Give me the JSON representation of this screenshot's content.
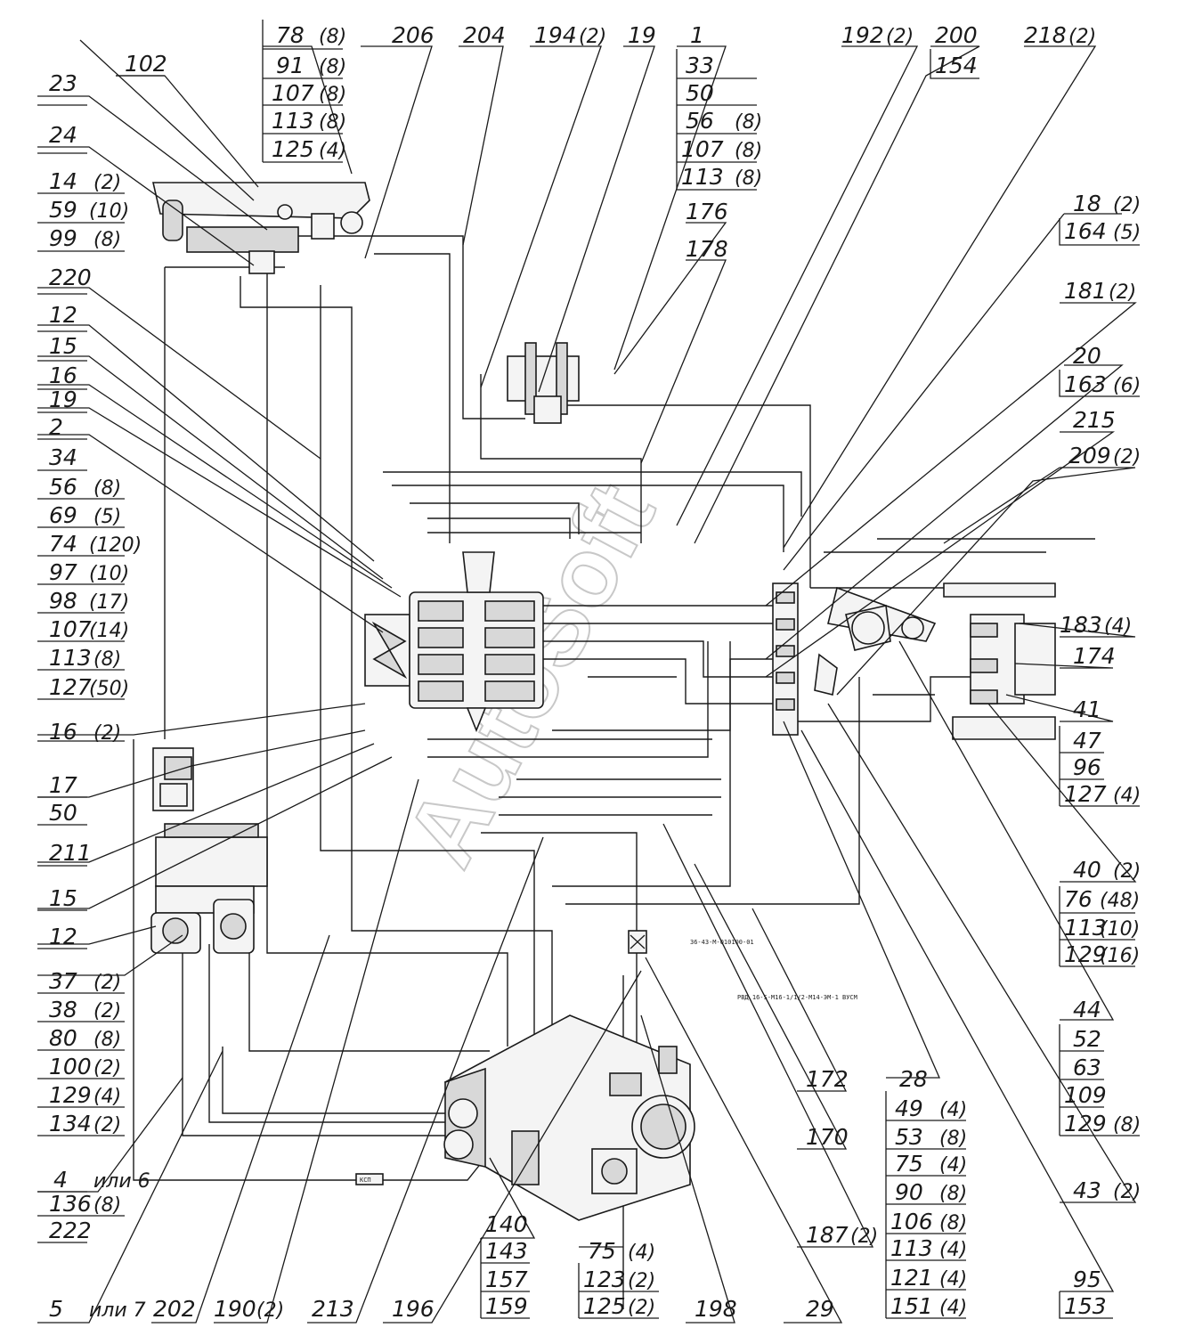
{
  "drawing": {
    "watermark": "AutoSoft",
    "sheet_mark": "КСП",
    "note_1": "36-43-М-010100-01",
    "note_2": "РВД 16-S-М16-1/1/2-М14-ЭМ-1 ВУСМ"
  },
  "labels": {
    "l102": "102",
    "l23": "23",
    "l24": "24",
    "l14": "14",
    "q14": "(2)",
    "l59": "59",
    "q59": "(10)",
    "l99": "99",
    "q99": "(8)",
    "l220": "220",
    "l12a": "12",
    "l15a": "15",
    "l16a": "16",
    "l19a": "19",
    "l2": "2",
    "l34": "34",
    "l56a": "56",
    "q56a": "(8)",
    "l69": "69",
    "q69": "(5)",
    "l74": "74",
    "q74": "(120)",
    "l97": "97",
    "q97": "(10)",
    "l98": "98",
    "q98": "(17)",
    "l107a": "107",
    "q107a": "(14)",
    "l113a": "113",
    "q113a": "(8)",
    "l127a": "127",
    "q127a": "(50)",
    "l16b": "16",
    "q16b": "(2)",
    "l17": "17",
    "l50a": "50",
    "l211": "211",
    "l15b": "15",
    "l12b": "12",
    "l37": "37",
    "q37": "(2)",
    "l38": "38",
    "q38": "(2)",
    "l80": "80",
    "q80": "(8)",
    "l100": "100",
    "q100": "(2)",
    "l129a": "129",
    "q129a": "(4)",
    "l134": "134",
    "q134": "(2)",
    "l4": "4",
    "q4": "или 6",
    "l136": "136",
    "q136": "(8)",
    "l222": "222",
    "l5": "5",
    "q5": "или 7",
    "l202": "202",
    "l190": "190",
    "q190": "(2)",
    "l213": "213",
    "l196": "196",
    "l140": "140",
    "l143": "143",
    "l157": "157",
    "l159": "159",
    "l75a": "75",
    "q75a": "(4)",
    "l123": "123",
    "q123": "(2)",
    "l125a": "125",
    "q125a": "(2)",
    "l198": "198",
    "l29": "29",
    "l187": "187",
    "q187": "(2)",
    "l170": "170",
    "l172": "172",
    "l28": "28",
    "l49": "49",
    "q49": "(4)",
    "l53": "53",
    "q53": "(8)",
    "l75b": "75",
    "q75b": "(4)",
    "l90": "90",
    "q90": "(8)",
    "l106": "106",
    "q106": "(8)",
    "l113c": "113",
    "q113c": "(4)",
    "l121": "121",
    "q121": "(4)",
    "l151": "151",
    "q151": "(4)",
    "l95": "95",
    "l153": "153",
    "l43": "43",
    "q43": "(2)",
    "l44": "44",
    "l52": "52",
    "l63": "63",
    "l109": "109",
    "l129c": "129",
    "q129c": "(8)",
    "l40": "40",
    "q40": "(2)",
    "l76": "76",
    "q76": "(48)",
    "l113d": "113",
    "q113d": "(10)",
    "l129b": "129",
    "q129b": "(16)",
    "l41": "41",
    "l47": "47",
    "l96": "96",
    "l127b": "127",
    "q127b": "(4)",
    "l174": "174",
    "l183": "183",
    "q183": "(4)",
    "l209": "209",
    "q209": "(2)",
    "l215": "215",
    "l20": "20",
    "l163": "163",
    "q163": "(6)",
    "l181": "181",
    "q181": "(2)",
    "l18": "18",
    "q18": "(2)",
    "l164": "164",
    "q164": "(5)",
    "l218": "218",
    "q218": "(2)",
    "l200": "200",
    "l154": "154",
    "l192": "192",
    "q192": "(2)",
    "l178": "178",
    "l176": "176",
    "l1": "1",
    "l33": "33",
    "l50b": "50",
    "l56b": "56",
    "q56b": "(8)",
    "l107c": "107",
    "q107c": "(8)",
    "l113e": "113",
    "q113e": "(8)",
    "l19b": "19",
    "l194": "194",
    "q194": "(2)",
    "l204": "204",
    "l206": "206",
    "l78": "78",
    "q78": "(8)",
    "l91": "91",
    "q91": "(8)",
    "l107b": "107",
    "q107b": "(8)",
    "l113b": "113",
    "q113b": "(8)",
    "l125b": "125",
    "q125b": "(4)"
  }
}
